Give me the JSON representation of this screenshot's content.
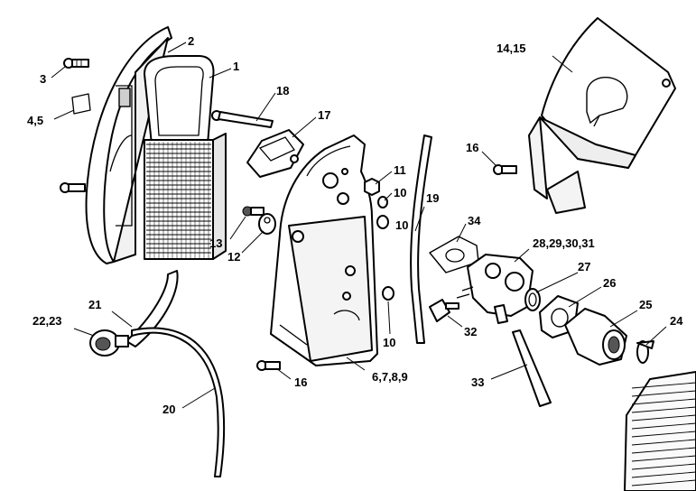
{
  "diagram": {
    "labels": {
      "p1": "1",
      "p2": "2",
      "p3": "3",
      "p4_5": "4,5",
      "p6_9": "6,7,8,9",
      "p10a": "10",
      "p10b": "10",
      "p10c": "10",
      "p11": "11",
      "p12": "12",
      "p13": "13",
      "p14_15": "14,15",
      "p16a": "16",
      "p16b": "16",
      "p17": "17",
      "p18": "18",
      "p19": "19",
      "p20": "20",
      "p21": "21",
      "p22_23": "22,23",
      "p24": "24",
      "p25": "25",
      "p26": "26",
      "p27": "27",
      "p28_31": "28,29,30,31",
      "p32": "32",
      "p33": "33",
      "p34": "34"
    }
  }
}
